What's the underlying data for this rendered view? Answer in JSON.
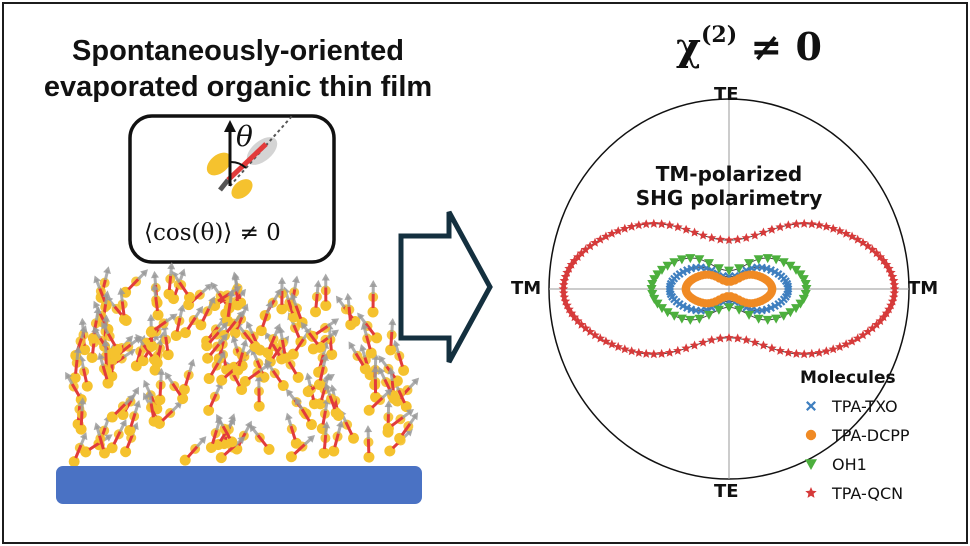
{
  "left_title": {
    "line1": "Spontaneously-oriented",
    "line2": "evaporated organic thin film"
  },
  "inset": {
    "angle_symbol": "θ",
    "condition": "⟨cos(θ)⟩ ≠ 0"
  },
  "right_title": {
    "chi": "χ",
    "order": "(2)",
    "relation": " ≠ 0"
  },
  "polar_plot": {
    "title_line1": "TM-polarized",
    "title_line2": "SHG polarimetry",
    "label_top": "TE",
    "label_bottom": "TE",
    "label_left": "TM",
    "label_right": "TM",
    "legend_title": "Molecules"
  },
  "chart_data": {
    "type": "scatter",
    "subtype": "polar",
    "title": "TM-polarized SHG polarimetry",
    "axis_labels": {
      "top": "TE",
      "bottom": "TE",
      "left": "TM",
      "right": "TM"
    },
    "series": [
      {
        "name": "TPA-TXO",
        "marker": "x",
        "color": "#3f7fbf",
        "rx": 0.33,
        "ry": 0.12,
        "waist": 0.55
      },
      {
        "name": "TPA-DCPP",
        "marker": "circle",
        "color": "#f08a24",
        "rx": 0.24,
        "ry": 0.08,
        "waist": 0.6
      },
      {
        "name": "OH1",
        "marker": "triangle-down",
        "color": "#4caf3d",
        "rx": 0.43,
        "ry": 0.17,
        "waist": 0.52
      },
      {
        "name": "TPA-QCN",
        "marker": "star",
        "color": "#d63a3a",
        "rx": 0.92,
        "ry": 0.35,
        "waist": 0.38
      }
    ],
    "legend_position": "bottom-right"
  },
  "colors": {
    "substrate": "#4a72c4",
    "molecule_body": "#f5c22e",
    "dipole_red": "#e23b3b",
    "dipole_gray": "#9a9a9a",
    "arrow_outline": "#14303f"
  }
}
